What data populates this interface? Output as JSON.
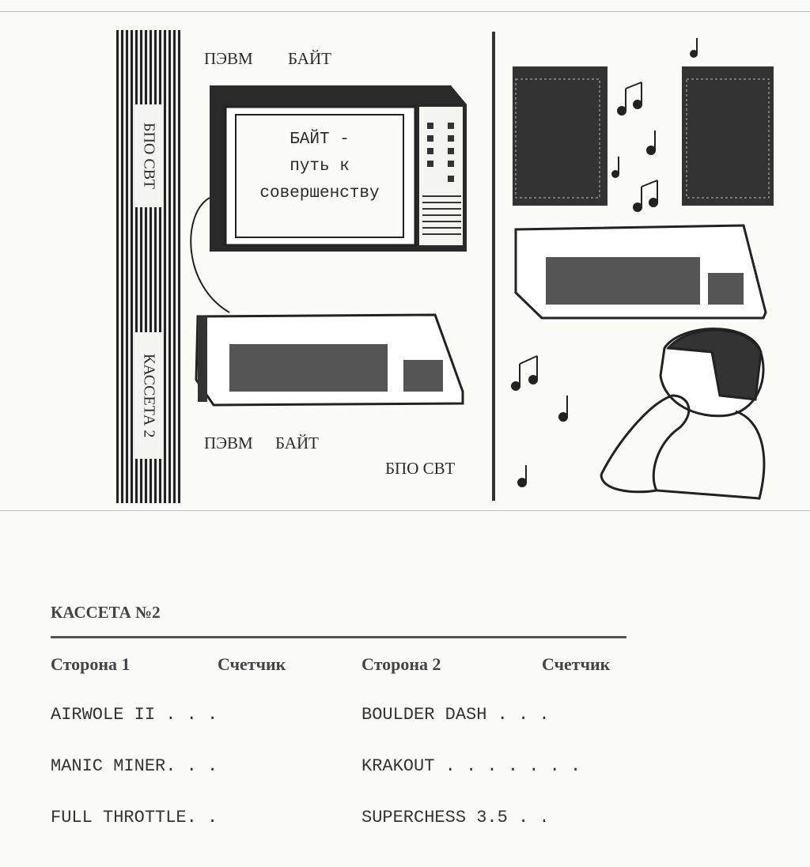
{
  "cover": {
    "spine": {
      "top_label": "БПО СВТ",
      "bottom_label": "КАССЕТА 2"
    },
    "top_caption": [
      "ПЭВМ",
      "БАЙТ"
    ],
    "screen_text": [
      "БАЙТ -",
      "путь к",
      "совершенству"
    ],
    "bottom_caption": [
      "ПЭВМ",
      "БАЙТ"
    ],
    "publisher": "БПО СВТ"
  },
  "listing": {
    "title": "КАССЕТА №2",
    "headers": [
      "Сторона 1",
      "Счетчик",
      "Сторона 2",
      "Счетчик"
    ],
    "side1": [
      "AIRWOLE II . . .",
      "MANIC MINER. . .",
      "FULL THROTTLE. ."
    ],
    "side2": [
      "BOULDER DASH . . .",
      "KRAKOUT . . . . . . .",
      "SUPERCHESS 3.5  . ."
    ]
  }
}
